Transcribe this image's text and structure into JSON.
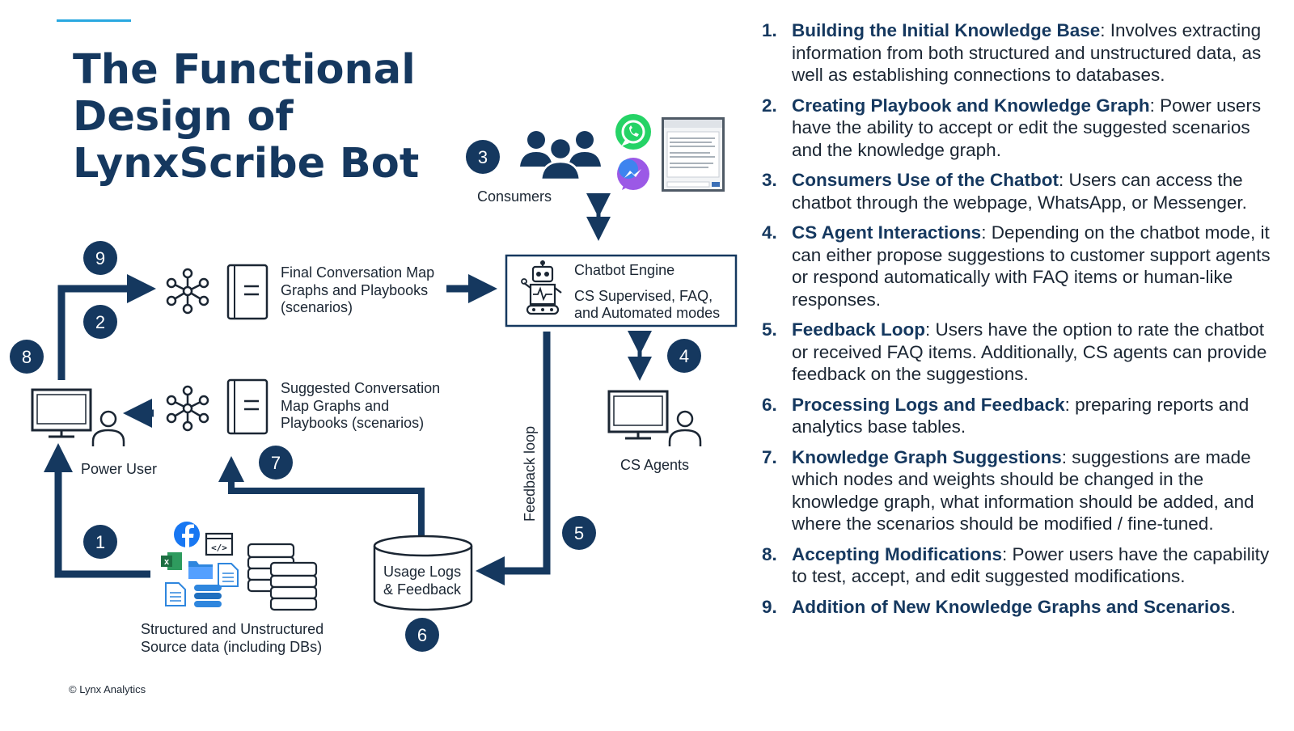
{
  "title": [
    "The Functional",
    "Design of",
    "LynxScribe Bot"
  ],
  "colors": {
    "navy": "#15385f",
    "accent": "#29a8e0"
  },
  "diagram": {
    "consumers": "Consumers",
    "engine_title": "Chatbot Engine",
    "engine_modes": [
      "CS Supervised, FAQ,",
      "and Automated modes"
    ],
    "final_map": [
      "Final Conversation Map",
      "Graphs and Playbooks",
      "(scenarios)"
    ],
    "suggested_map": [
      "Suggested Conversation",
      "Map Graphs and",
      "Playbooks (scenarios)"
    ],
    "power_user": "Power User",
    "cs_agents": "CS Agents",
    "feedback_loop": "Feedback loop",
    "usage_logs": [
      "Usage Logs",
      "& Feedback"
    ],
    "source_data": [
      "Structured and Unstructured",
      "Source data (including DBs)"
    ],
    "badges": [
      "1",
      "2",
      "3",
      "4",
      "5",
      "6",
      "7",
      "8",
      "9"
    ],
    "icons": [
      "people-icon",
      "whatsapp-icon",
      "messenger-icon",
      "webpage-icon",
      "robot-icon",
      "graph-icon",
      "document-icon",
      "monitor-icon",
      "user-icon",
      "facebook-icon",
      "code-icon",
      "excel-icon",
      "folder-icon",
      "database-icon",
      "arrow-icon"
    ]
  },
  "steps": [
    {
      "num": "1.",
      "title": "Building the Initial Knowledge Base",
      "text": ": Involves extracting information from both structured and unstructured data, as well as establishing connections to databases."
    },
    {
      "num": "2.",
      "title": "Creating Playbook and Knowledge Graph",
      "text": ": Power users have the ability to accept or edit the suggested scenarios and the knowledge graph."
    },
    {
      "num": "3.",
      "title": "Consumers Use of the Chatbot",
      "text": ": Users can access the chatbot through the webpage, WhatsApp, or Messenger."
    },
    {
      "num": "4.",
      "title": "CS Agent Interactions",
      "text": ": Depending on the chatbot mode, it can either propose suggestions to customer support agents or respond automatically with FAQ items or human-like responses."
    },
    {
      "num": "5.",
      "title": "Feedback Loop",
      "text": ": Users have the option to rate the chatbot or received FAQ items. Additionally, CS agents can provide feedback on the suggestions."
    },
    {
      "num": "6.",
      "title": "Processing Logs and Feedback",
      "text": ": preparing reports and analytics base tables."
    },
    {
      "num": "7.",
      "title": "Knowledge Graph Suggestions",
      "text": ": suggestions are made which nodes and weights should be changed in the knowledge graph, what information should be added, and where the scenarios should be modified / fine-tuned."
    },
    {
      "num": "8.",
      "title": "Accepting Modifications",
      "text": ": Power users have the capability to test, accept, and edit suggested modifications."
    },
    {
      "num": "9.",
      "title": "Addition of New Knowledge Graphs and Scenarios",
      "text": "."
    }
  ],
  "footer": "© Lynx Analytics"
}
